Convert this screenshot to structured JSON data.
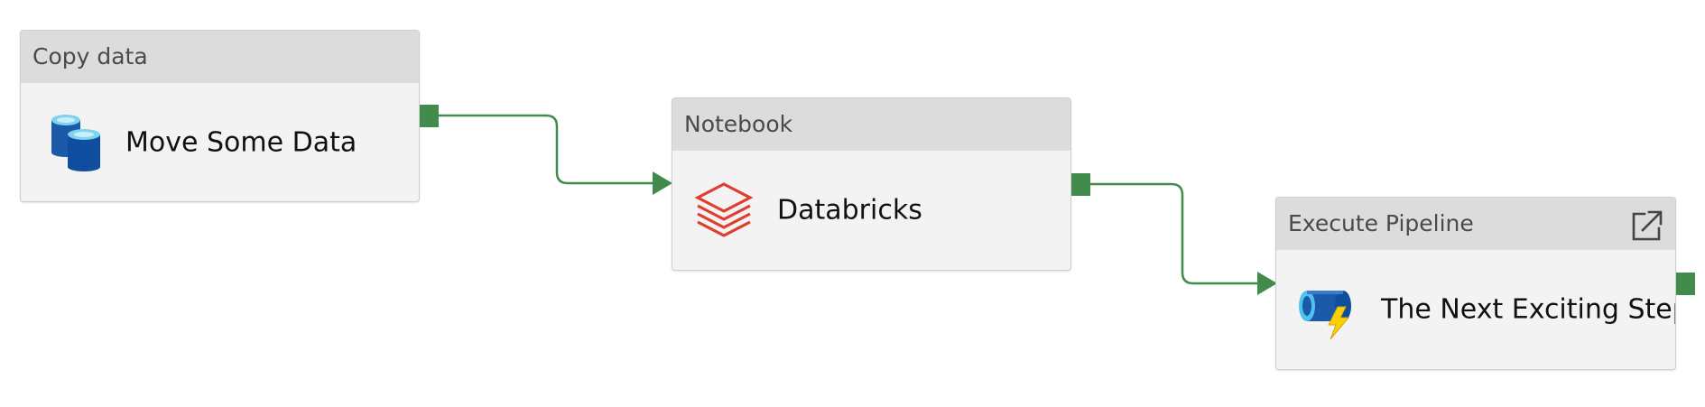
{
  "pipeline": {
    "activities": [
      {
        "type_label": "Copy data",
        "name": "Move Some Data",
        "icon": "database-cylinders-icon"
      },
      {
        "type_label": "Notebook",
        "name": "Databricks",
        "icon": "databricks-layers-icon"
      },
      {
        "type_label": "Execute Pipeline",
        "name": "The Next Exciting Step",
        "icon": "pipeline-lightning-icon",
        "action_icon": "open-in-new-icon"
      }
    ],
    "connections": [
      {
        "from": "Move Some Data",
        "to": "Databricks",
        "condition": "success"
      },
      {
        "from": "Databricks",
        "to": "The Next Exciting Step",
        "condition": "success"
      }
    ]
  },
  "colors": {
    "success_port": "#418b4c",
    "connector_line": "#418b4c",
    "header_bg": "#dcdcdc",
    "node_bg": "#f3f3f3",
    "node_border": "#cfcfcf",
    "databricks_red": "#e03c2f",
    "azure_blue": "#1a5aa8"
  }
}
